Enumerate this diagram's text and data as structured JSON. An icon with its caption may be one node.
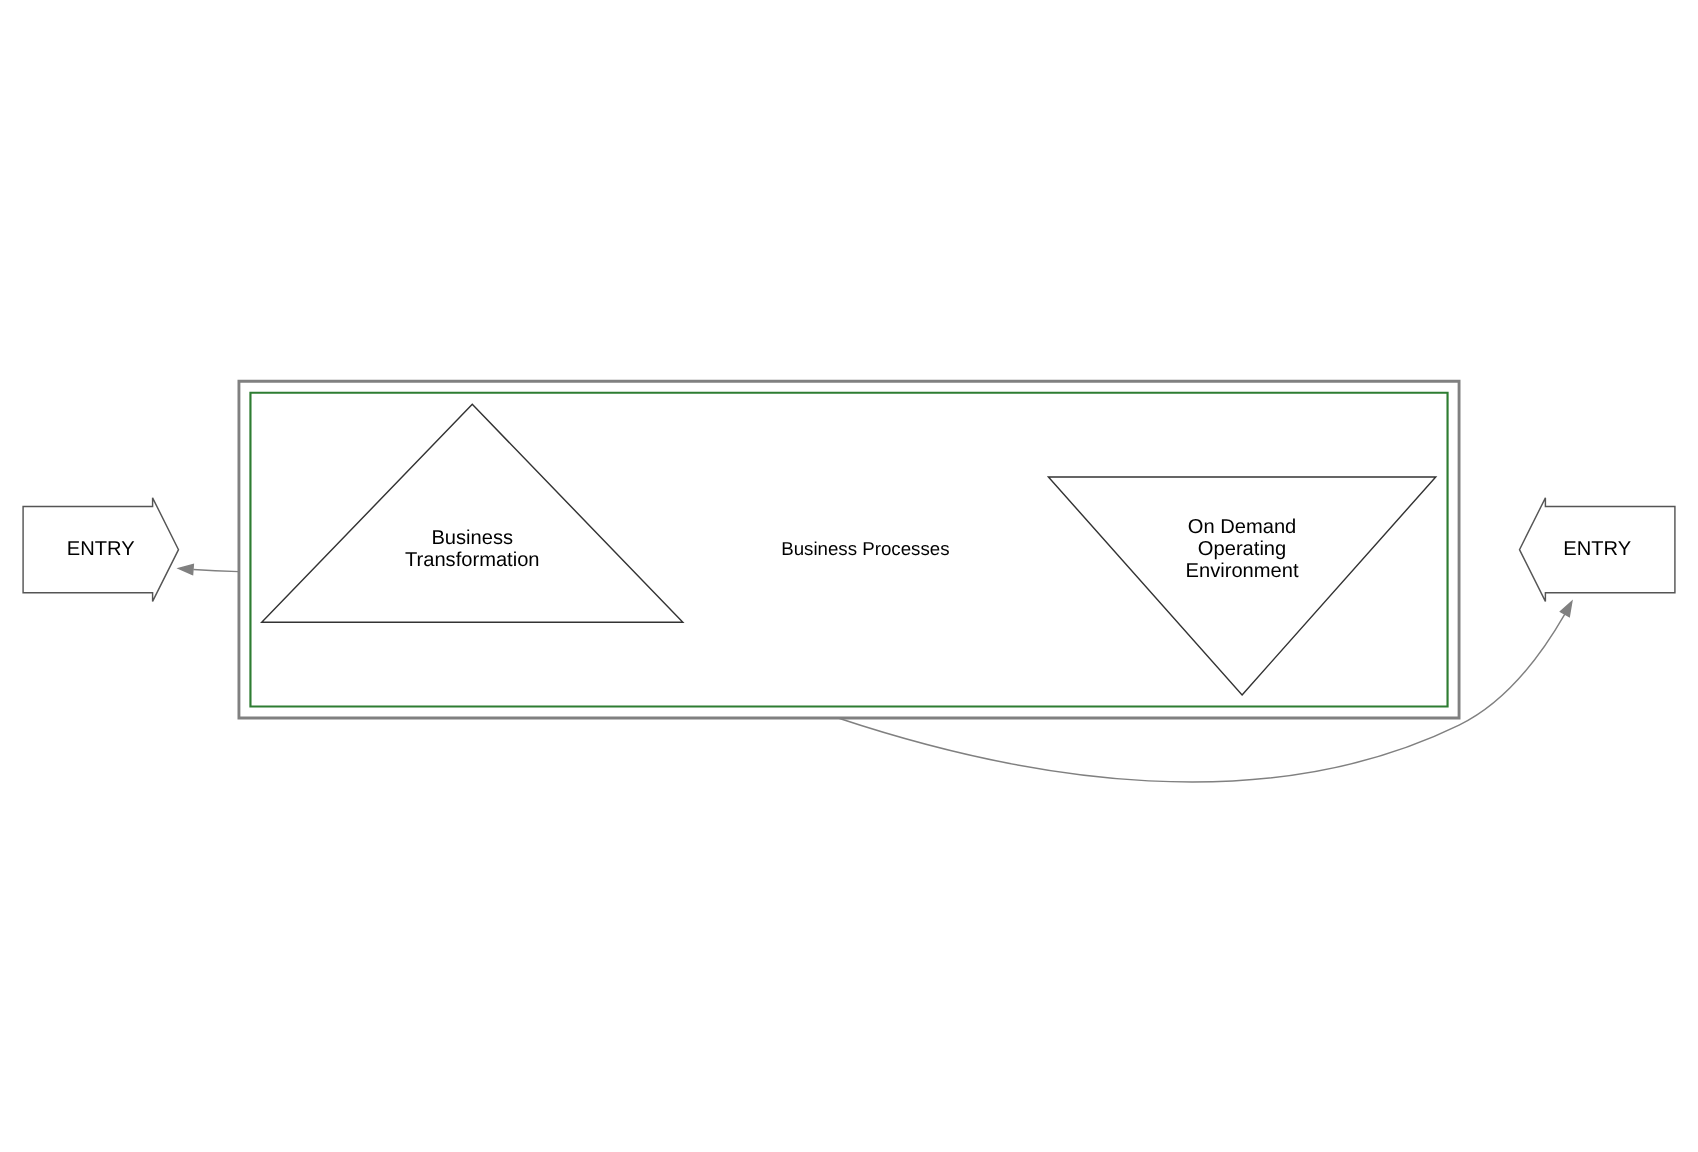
{
  "diagram": {
    "nodes": [
      {
        "text": [],
        "shape": "box"
      },
      {
        "text": [],
        "shape": "box",
        "in": 0
      },
      {
        "text": [
          "Business Transformation"
        ],
        "in": 1
      },
      {
        "text": [
          "On Demand Operating Environment"
        ],
        "in": 1
      },
      {
        "text": [
          "ENTRY"
        ]
      },
      {
        "text": [
          "ENTRY"
        ]
      }
    ],
    "edges": [
      {
        "from": 0,
        "to": 4,
        "arrow": "to"
      },
      {
        "from": 0,
        "to": 5,
        "arrow": "to"
      }
    ],
    "labels": [
      "Business Processes"
    ]
  }
}
